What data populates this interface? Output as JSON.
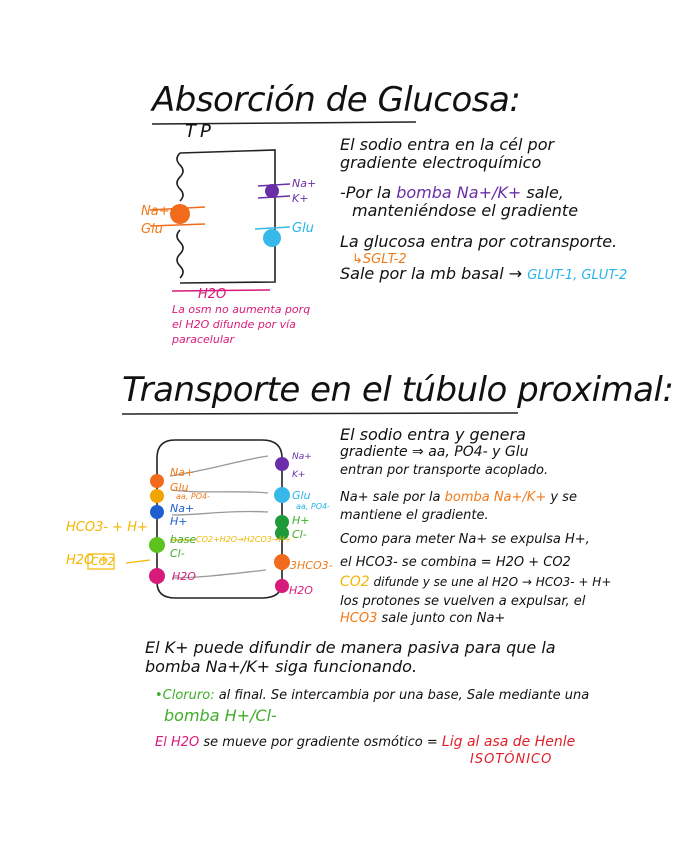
{
  "section1": {
    "title": "Absorción de Glucosa:",
    "cell_label": "TP",
    "lbl_na_left": "Na+",
    "lbl_glu_left": "Glu",
    "lbl_na_right": "Na+",
    "lbl_k_right": "K+",
    "lbl_glu_right": "Glu",
    "lbl_h2o": "H2O",
    "note_lines": [
      "La osm no aumenta porq",
      "el H2O difunde por vía",
      "paracelular"
    ],
    "text": {
      "l1": "El sodio entra en la cél por",
      "l2": "gradiente electroquímico",
      "l3_pre": "-Por la",
      "l3_highlight": "bomba Na+/K+",
      "l3_post": "sale,",
      "l4": "manteniéndose el gradiente",
      "l5": "La glucosa entra por cotransporte.",
      "l6": "↳SGLT-2",
      "l7_pre": "Sale por la mb basal →",
      "l7_highlight": "GLUT-1, GLUT-2"
    }
  },
  "section2": {
    "title": "Transporte en el túbulo proximal:",
    "left_labels": {
      "na": "Na+",
      "glu": "Glu",
      "glu_sub": "aa, PO4-",
      "na2": "Na+",
      "h": "H+",
      "base": "base",
      "cl": "Cl-",
      "h2o": "H2O",
      "hco3_h": "HCO3- + H+",
      "h2o_co2_left": "H2O +",
      "co2_box": "CO2",
      "reaction": "CO2+H2O→H2CO3→H+"
    },
    "right_labels": {
      "na": "Na+",
      "k": "K+",
      "glu": "Glu",
      "glu_sub": "aa, PO4-",
      "h": "H+",
      "cl": "Cl-",
      "hco3": "3HCO3-",
      "h2o": "H2O"
    },
    "text": {
      "l1": "El sodio entra y genera",
      "l2": "gradiente ⇒ aa, PO4- y Glu",
      "l3": "entran por transporte acoplado.",
      "l4_pre": "Na+ sale por la",
      "l4_highlight": "bomba Na+/K+",
      "l4_post": "y se",
      "l5": "mantiene el gradiente.",
      "l6": "Como para meter Na+ se expulsa H+,",
      "l7": "el HCO3- se combina = H2O + CO2",
      "l8_pre": "CO2",
      "l8_post": "difunde y se une al H2O → HCO3- + H+",
      "l9": "los protones se vuelven a expulsar, el",
      "l10_pre": "HCO3",
      "l10_post": "sale junto con Na+"
    },
    "bottom": {
      "b1": "El K+ puede difundir de manera pasiva para que la",
      "b2": "bomba Na+/K+ siga funcionando.",
      "b3_pre": "•Cloruro:",
      "b3_post": "al final. Se intercambia por una base, Sale mediante una",
      "b4": "bomba H+/Cl-",
      "b5_pre": "El H2O",
      "b5_mid": "se mueve por gradiente osmótico =",
      "b5_highlight": "Lig al asa de Henle",
      "b6": "ISOTÓNICO"
    }
  }
}
